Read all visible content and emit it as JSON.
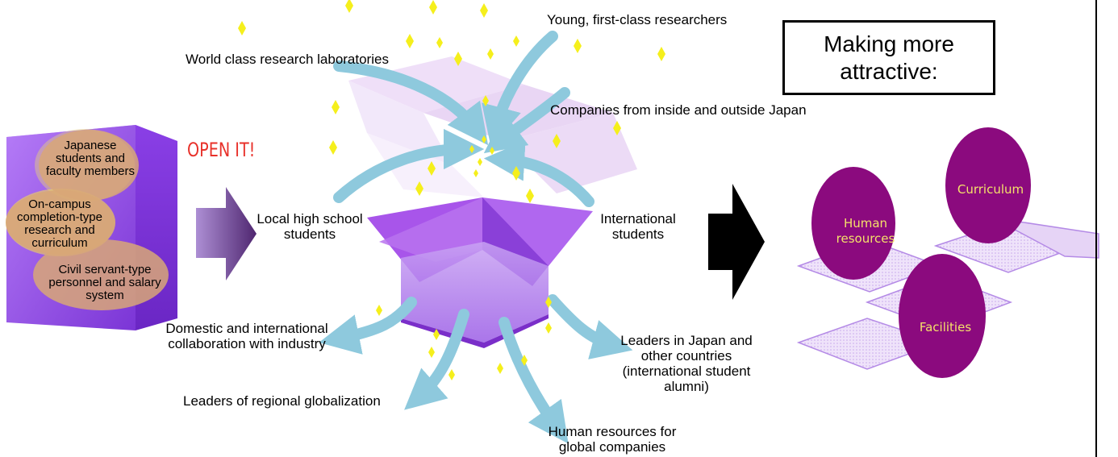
{
  "left_block": {
    "oval_top": "Japanese students and faculty members",
    "oval_mid": "On-campus completion-type research and curriculum",
    "oval_bottom": "Civil servant-type personnel and salary system"
  },
  "open_label": "OPEN IT!",
  "inflows": {
    "young_researchers": "Young, first-class researchers",
    "labs": "World class research laboratories",
    "companies": "Companies from inside and outside Japan",
    "local_students": "Local high school students",
    "intl_students": "International students"
  },
  "outflows": {
    "collaboration": "Domestic and international collaboration with industry",
    "regional_leaders": "Leaders of regional globalization",
    "global_hr": "Human resources for global companies",
    "alumni_leaders": "Leaders in Japan and other countries (international student alumni)"
  },
  "attractive_box": "Making more attractive:",
  "pillars": {
    "human": "Human resources",
    "curriculum": "Curriculum",
    "facilities": "Facilities"
  },
  "colors": {
    "purple_block": "#a64df0",
    "purple_oval": "#8b0a7e",
    "arrow_light": "#8ec9dd",
    "sparkle": "#f5ef1c",
    "open_red": "#e8312a"
  }
}
